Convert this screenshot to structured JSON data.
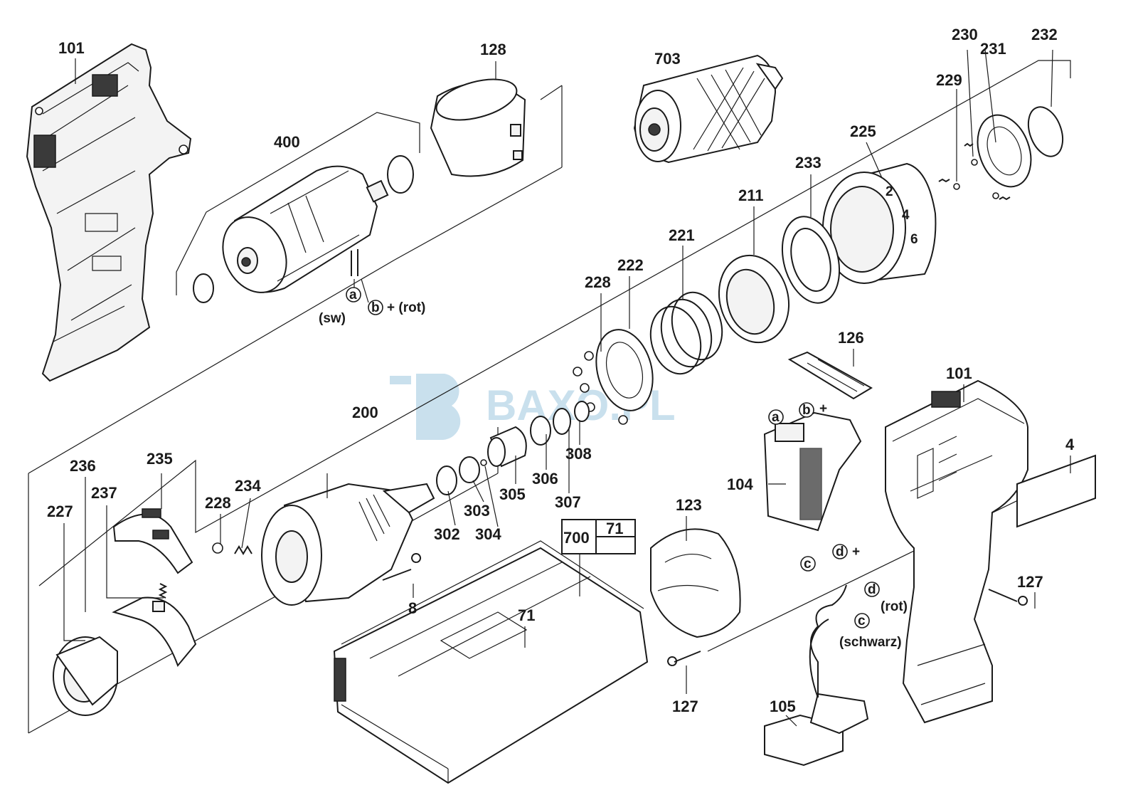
{
  "diagram": {
    "watermark": {
      "text": "BAXO.PL",
      "color": "#9ec7e0"
    },
    "labels": {
      "p101a": "101",
      "p128": "128",
      "p703": "703",
      "p230": "230",
      "p231": "231",
      "p232": "232",
      "p229": "229",
      "p225": "225",
      "p233": "233",
      "p211": "211",
      "p221": "221",
      "p222": "222",
      "p228a": "228",
      "p400": "400",
      "p126": "126",
      "p101b": "101",
      "p200": "200",
      "p236": "236",
      "p235": "235",
      "p237": "237",
      "p227": "227",
      "p228b": "228",
      "p234": "234",
      "p308": "308",
      "p306": "306",
      "p307": "307",
      "p305": "305",
      "p303": "303",
      "p302": "302",
      "p304": "304",
      "p4": "4",
      "p104": "104",
      "p123": "123",
      "p700": "700",
      "p71a": "71",
      "p71b": "71",
      "p8": "8",
      "p127a": "127",
      "p127b": "127",
      "p105": "105"
    },
    "wires": {
      "a_top": "a",
      "b_top": "b",
      "plus_rot": "+ (rot)",
      "sw": "(sw)",
      "a_sw": "a",
      "b_sw": "b",
      "b_plus": "+",
      "c_sw": "c",
      "d_sw": "d",
      "d_plus": "+",
      "d_105": "d",
      "c_105": "c",
      "rot": "(rot)",
      "schwarz": "(schwarz)"
    },
    "chuck_numbers": [
      "2",
      "4",
      "6"
    ]
  }
}
